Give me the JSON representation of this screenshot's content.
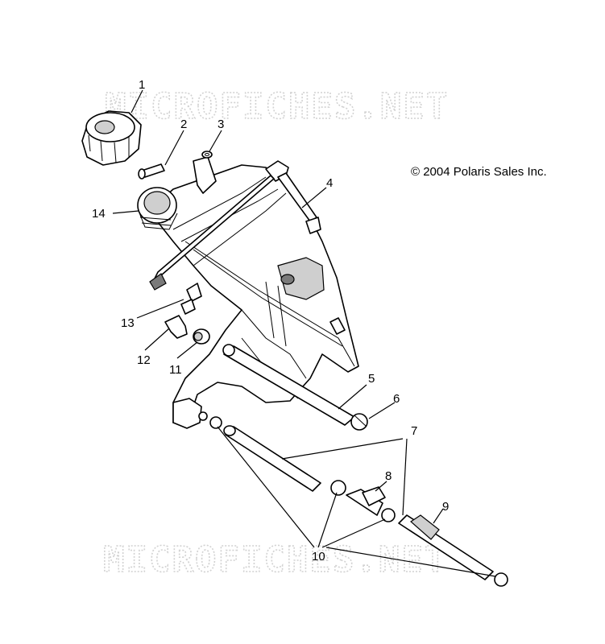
{
  "copyright": "© 2004 Polaris Sales Inc.",
  "watermark": "MICROFICHES.NET",
  "callouts": [
    {
      "id": "1",
      "label": "1"
    },
    {
      "id": "2",
      "label": "2"
    },
    {
      "id": "3",
      "label": "3"
    },
    {
      "id": "4",
      "label": "4"
    },
    {
      "id": "5",
      "label": "5"
    },
    {
      "id": "6",
      "label": "6"
    },
    {
      "id": "7",
      "label": "7"
    },
    {
      "id": "8",
      "label": "8"
    },
    {
      "id": "9",
      "label": "9"
    },
    {
      "id": "10",
      "label": "10"
    },
    {
      "id": "11",
      "label": "11"
    },
    {
      "id": "12",
      "label": "12"
    },
    {
      "id": "13",
      "label": "13"
    },
    {
      "id": "14",
      "label": "14"
    }
  ]
}
